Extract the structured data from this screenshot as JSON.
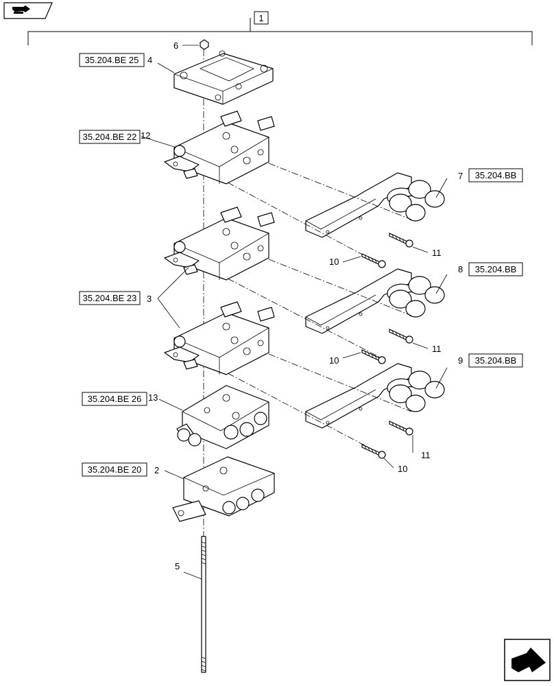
{
  "assembly_callout": "1",
  "callouts": {
    "c2": "2",
    "c3": "3",
    "c4": "4",
    "c5": "5",
    "c6": "6",
    "c7": "7",
    "c8": "8",
    "c9": "9",
    "c10a": "10",
    "c10b": "10",
    "c10c": "10",
    "c11a": "11",
    "c11b": "11",
    "c11c": "11",
    "c12": "12",
    "c13": "13"
  },
  "references": {
    "r4": "35.204.BE 25",
    "r12": "35.204.BE 22",
    "r3": "35.204.BE 23",
    "r13": "35.204.BE 26",
    "r2": "35.204.BE 20",
    "r7": "35.204.BB",
    "r8": "35.204.BB",
    "r9": "35.204.BB"
  },
  "icons": {
    "prev": "back-arrow-icon",
    "next": "forward-arrow-icon"
  }
}
